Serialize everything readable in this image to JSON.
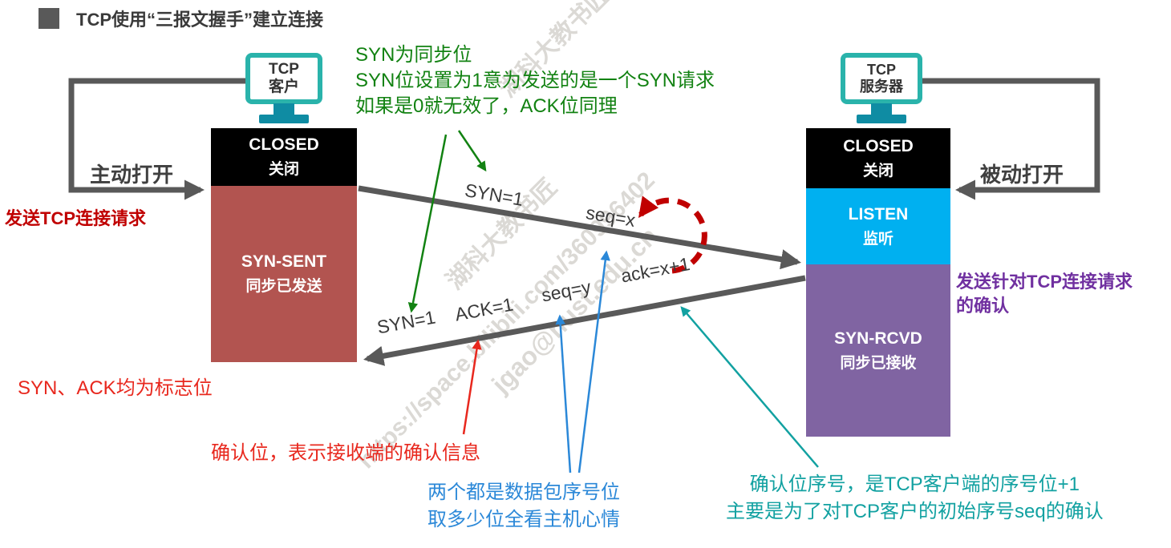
{
  "page": {
    "title": "TCP使用“三报文握手”建立连接"
  },
  "client": {
    "device": "TCP\n客户",
    "open": "主动打开",
    "action": "发送TCP连接请求",
    "closed": {
      "name": "CLOSED",
      "sub": "关闭"
    },
    "synsent": {
      "name": "SYN-SENT",
      "sub": "同步已发送"
    }
  },
  "server": {
    "device": "TCP\n服务器",
    "open": "被动打开",
    "action": "发送针对TCP连接请求\n的确认",
    "closed": {
      "name": "CLOSED",
      "sub": "关闭"
    },
    "listen": {
      "name": "LISTEN",
      "sub": "监听"
    },
    "synrcvd": {
      "name": "SYN-RCVD",
      "sub": "同步已接收"
    }
  },
  "messages": {
    "syn_flag": "SYN=1",
    "syn_seq": "seq=x",
    "synack_syn": "SYN=1",
    "synack_ack": "ACK=1",
    "synack_seq": "seq=y",
    "synack_ackno": "ack=x+1"
  },
  "annotations": {
    "syn_note": "SYN为同步位\nSYN位设置为1意为发送的是一个SYN请求\n如果是0就无效了，ACK位同理",
    "flags_note": "SYN、ACK均为标志位",
    "ack_note": "确认位，表示接收端的确认信息",
    "seq_note": "两个都是数据包序号位\n取多少位全看主机心情",
    "ackno_note": "确认位序号，是TCP客户端的序号位+1\n主要是为了对TCP客户的初始序号seq的确认"
  },
  "watermarks": {
    "url": "https://space.bilibili.com/360996402",
    "email": "jgao@hust.edu.cn",
    "name1": "湖科大教书匠",
    "name2": "湖科大教书匠"
  },
  "colors": {
    "closed_box": "#000000",
    "synsent_box": "#b25450",
    "listen_box": "#00b0f0",
    "synrcvd_box": "#8064a2",
    "arrow_gray": "#595959",
    "arc_red": "#c00000",
    "note_green": "#128212",
    "note_red": "#e8281e",
    "action_red": "#c00000",
    "note_blue": "#2b88d8",
    "note_teal": "#12a1a1",
    "action_purple": "#7030a0",
    "device_teal": "#2ab3ab"
  }
}
